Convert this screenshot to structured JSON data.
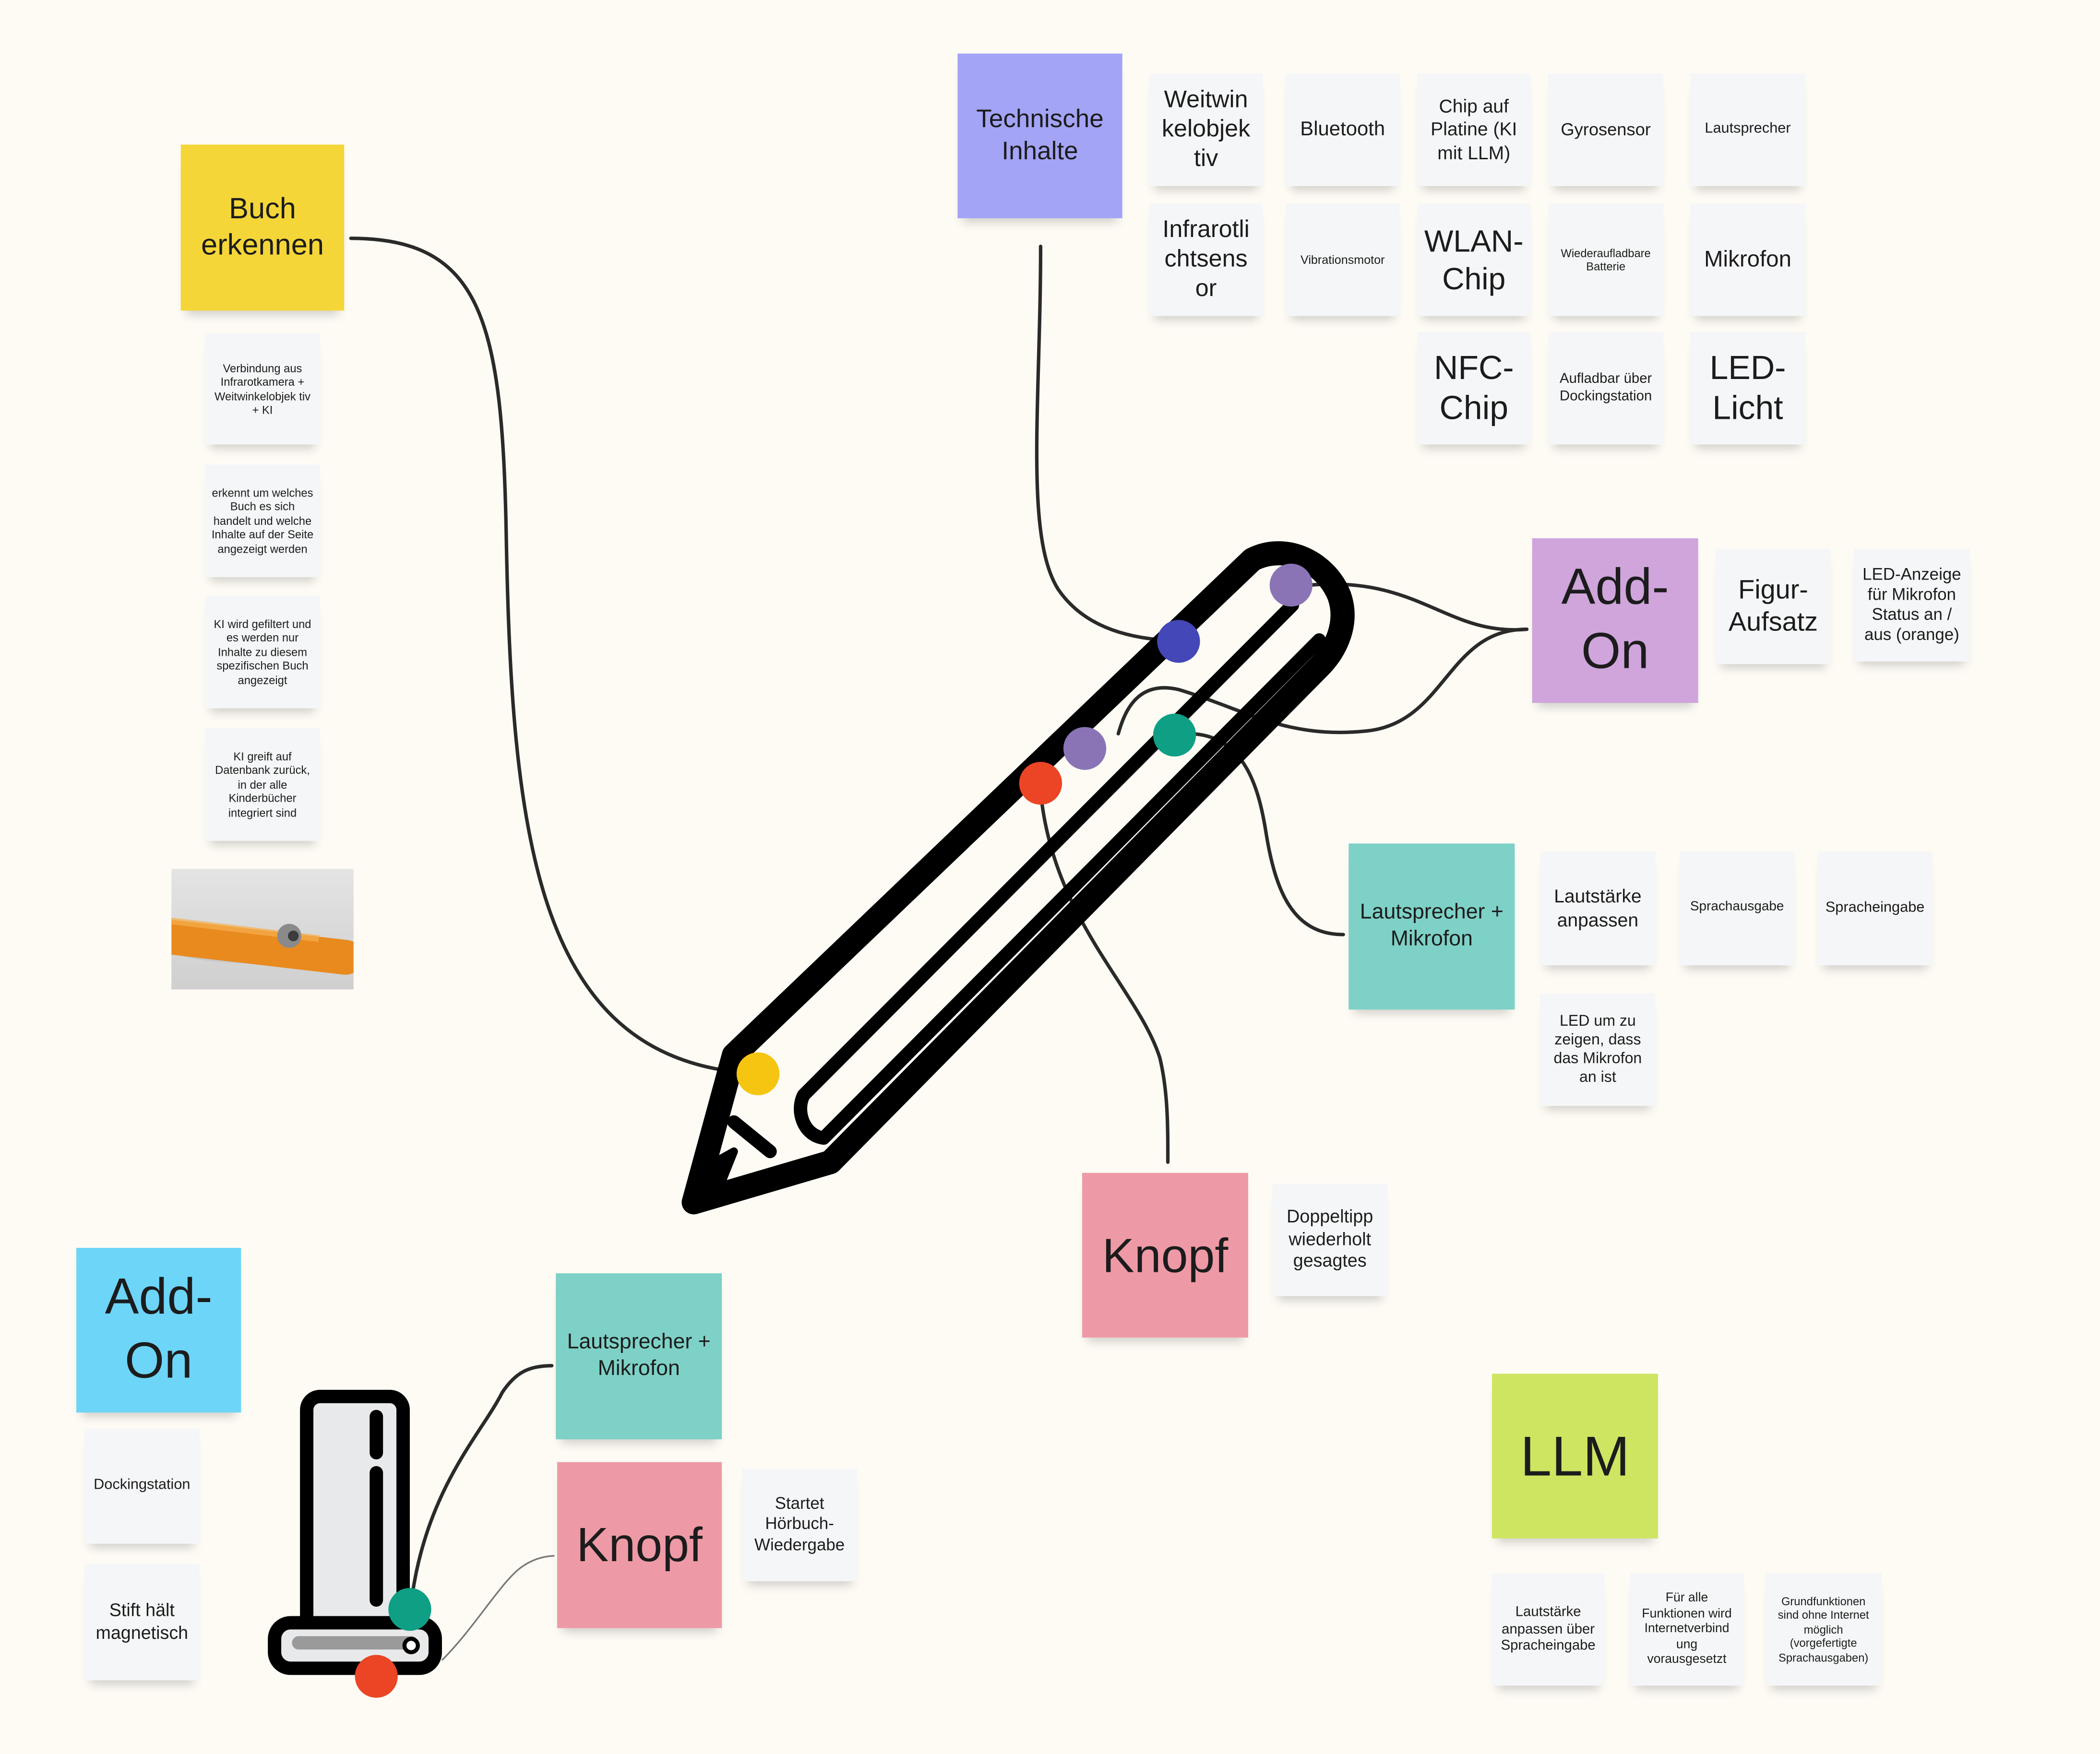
{
  "colors": {
    "background": "#fdfbf4",
    "yellow": "#f5d638",
    "blue": "#a3a4f6",
    "purple": "#cfa5dc",
    "teal": "#7ed1c6",
    "pink": "#ee9aa6",
    "cyan": "#6dd5f8",
    "lime": "#cde561",
    "dot_yellow": "#f5c512",
    "dot_blue": "#4347b8",
    "dot_purple": "#8a74b5",
    "dot_teal": "#0e9f84",
    "dot_red": "#eb4525"
  },
  "book": {
    "title": "Buch erkennen",
    "details": [
      "Verbindung aus Infrarotkamera + Weitwinkelobjek tiv + KI",
      "erkennt um welches Buch es sich handelt und welche Inhalte auf der Seite angezeigt werden",
      "KI wird gefiltert und es werden nur Inhalte zu diesem spezifischen Buch angezeigt",
      "KI greift auf Datenbank zurück, in der alle Kinderbücher integriert sind"
    ],
    "image_icon": "pen-tip-photo"
  },
  "technical": {
    "title": "Technische Inhalte",
    "items": [
      "Weitwin kelobjek tiv",
      "Bluetooth",
      "Chip auf Platine (KI mit LLM)",
      "Gyrosensor",
      "Lautsprecher",
      "Infrarotli chtsens or",
      "Vibrationsmotor",
      "WLAN-Chip",
      "Wiederaufladbare Batterie",
      "Mikrofon",
      "NFC-Chip",
      "Aufladbar über Dockingstation",
      "LED-Licht"
    ]
  },
  "addon_figure": {
    "title": "Add-On",
    "items": [
      "Figur-Aufsatz",
      "LED-Anzeige für Mikrofon Status an / aus (orange)"
    ]
  },
  "speaker_pen": {
    "title": "Lautsprecher + Mikrofon",
    "items": [
      "Lautstärke anpassen",
      "Sprachausgabe",
      "Spracheingabe",
      "LED um zu zeigen, dass das Mikrofon an ist"
    ]
  },
  "button_pen": {
    "title": "Knopf",
    "items": [
      "Doppeltipp wiederholt gesagtes"
    ]
  },
  "addon_dock": {
    "title": "Add-On",
    "items": [
      "Dockingstation",
      "Stift hält magnetisch"
    ]
  },
  "speaker_dock": {
    "title": "Lautsprecher + Mikrofon"
  },
  "button_dock": {
    "title": "Knopf",
    "items": [
      "Startet Hörbuch-Wiedergabe"
    ]
  },
  "llm": {
    "title": "LLM",
    "items": [
      "Lautstärke anpassen über Spracheingabe",
      "Für alle Funktionen wird Internetverbind ung vorausgesetzt",
      "Grundfunktionen sind ohne Internet möglich (vorgefertigte Sprachausgaben)"
    ]
  },
  "icons": {
    "pen": "pencil-icon",
    "dock": "docking-station-icon"
  }
}
